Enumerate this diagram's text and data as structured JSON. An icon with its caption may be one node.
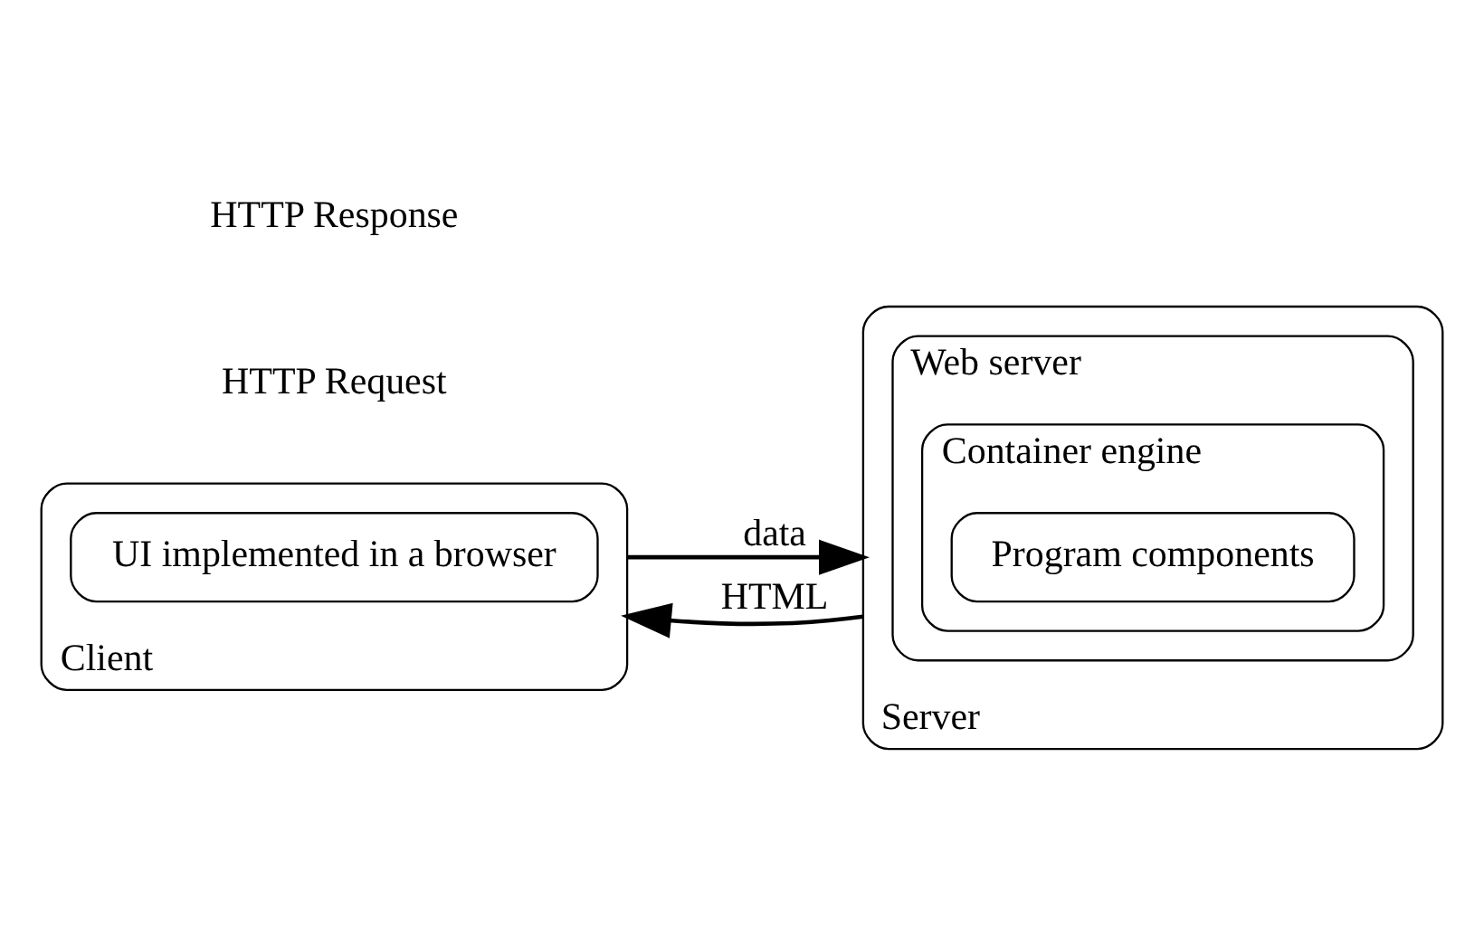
{
  "diagram": {
    "nodes": [
      {
        "text": [
          "Client"
        ]
      },
      {
        "text": [
          "UI implemented in a browser"
        ],
        "in": 0
      },
      {
        "text": [
          "Server"
        ]
      },
      {
        "text": [
          "Web server"
        ],
        "in": 2
      },
      {
        "text": [
          "Container engine"
        ],
        "in": 3
      },
      {
        "text": [
          "Program components"
        ],
        "in": 4
      }
    ],
    "edges": [
      {
        "from": 0,
        "to": 2,
        "arrow": "to",
        "label": "data"
      },
      {
        "from": 2,
        "to": 0,
        "arrow": "to",
        "label": "HTML"
      }
    ],
    "labels": [
      "HTTP Request",
      "HTTP Response"
    ]
  }
}
